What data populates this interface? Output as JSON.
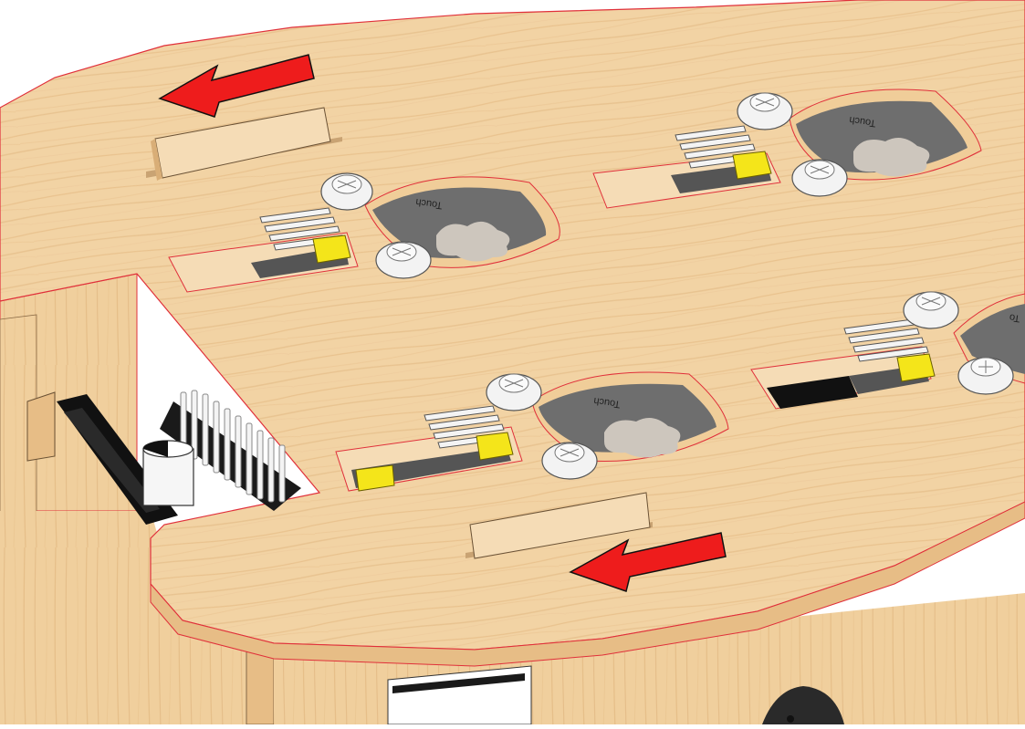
{
  "scene": {
    "pads": [
      {
        "id": "pad-top-right",
        "label": "Touch"
      },
      {
        "id": "pad-top-left",
        "label": "Touch"
      },
      {
        "id": "pad-bottom-center",
        "label": "Touch"
      },
      {
        "id": "pad-right-edge",
        "label": "To"
      }
    ],
    "arrows": [
      {
        "id": "arrow-top",
        "direction": "left"
      },
      {
        "id": "arrow-bottom",
        "direction": "left"
      }
    ]
  },
  "colors": {
    "wood": "#f2d3a4",
    "wood_dark": "#e7bd86",
    "edge_line": "#e0303a",
    "arrow": "#ee1c1c",
    "pad": "#6e6e6e",
    "pad_center": "#cdc6bd",
    "jumper": "#f4e51a",
    "screw": "#f3f3f3",
    "connector": "#111111"
  }
}
